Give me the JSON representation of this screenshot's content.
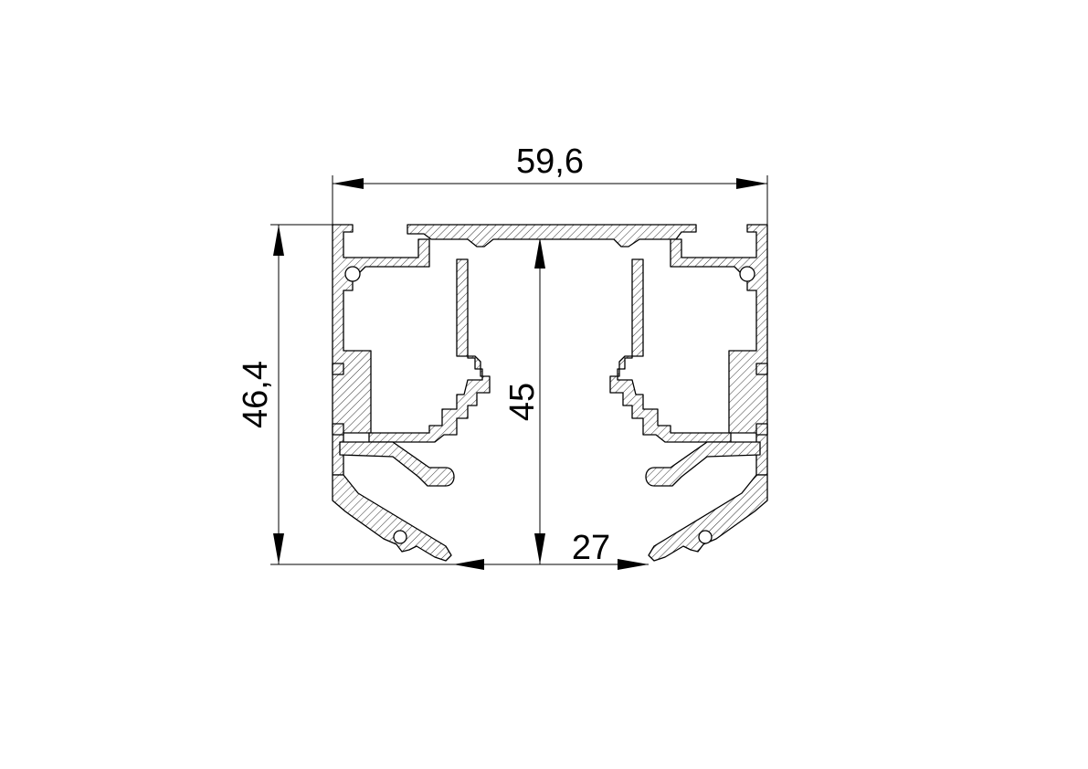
{
  "dimensions": {
    "overall_width": "59,6",
    "overall_height": "46,4",
    "inner_height": "45",
    "opening_width": "27"
  },
  "colors": {
    "line": "#000000",
    "background": "#ffffff",
    "hatch": "#000000"
  }
}
